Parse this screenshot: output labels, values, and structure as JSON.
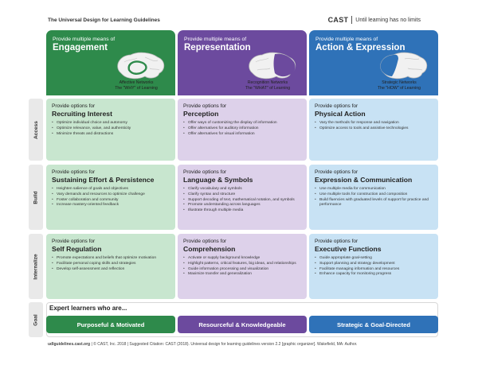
{
  "top_title": "The Universal Design for Learning Guidelines",
  "brand": {
    "name": "CAST",
    "tagline": "Until learning has no limits"
  },
  "colors": {
    "engagement": "#2e8a4b",
    "representation": "#6c4a9e",
    "action": "#2f72b8",
    "engagement_light": "#c8e6cf",
    "representation_light": "#ddd1ea",
    "action_light": "#c8e2f4"
  },
  "columns": [
    {
      "pre": "Provide multiple means of",
      "title": "Engagement",
      "network": "Affective Networks",
      "network_sub": "The \"WHY\" of Learning",
      "icon": "brain-icon"
    },
    {
      "pre": "Provide multiple means of",
      "title": "Representation",
      "network": "Recognition Networks",
      "network_sub": "The \"WHAT\" of Learning",
      "icon": "brain-icon"
    },
    {
      "pre": "Provide multiple means of",
      "title": "Action & Expression",
      "network": "Strategic Networks",
      "network_sub": "The \"HOW\" of Learning",
      "icon": "brain-icon"
    }
  ],
  "row_labels": [
    "Access",
    "Build",
    "Internalize",
    "Goal"
  ],
  "cells": {
    "access": [
      {
        "pre": "Provide options for",
        "title": "Recruiting Interest",
        "items": [
          "Optimize individual choice and autonomy",
          "Optimize relevance, value, and authenticity",
          "Minimize threats and distractions"
        ]
      },
      {
        "pre": "Provide options for",
        "title": "Perception",
        "items": [
          "Offer ways of customizing the display of information",
          "Offer alternatives for auditory information",
          "Offer alternatives for visual information"
        ]
      },
      {
        "pre": "Provide options for",
        "title": "Physical Action",
        "items": [
          "Vary the methods for response and navigation",
          "Optimize access to tools and assistive technologies"
        ]
      }
    ],
    "build": [
      {
        "pre": "Provide options for",
        "title": "Sustaining Effort & Persistence",
        "items": [
          "Heighten salience of goals and objectives",
          "Vary demands and resources to optimize challenge",
          "Foster collaboration and community",
          "Increase mastery-oriented feedback"
        ]
      },
      {
        "pre": "Provide options for",
        "title": "Language & Symbols",
        "items": [
          "Clarify vocabulary and symbols",
          "Clarify syntax and structure",
          "Support decoding of text, mathematical notation, and symbols",
          "Promote understanding across languages",
          "Illustrate through multiple media"
        ]
      },
      {
        "pre": "Provide options for",
        "title": "Expression & Communication",
        "items": [
          "Use multiple media for communication",
          "Use multiple tools for construction and composition",
          "Build fluencies with graduated levels of support for practice and performance"
        ]
      }
    ],
    "internalize": [
      {
        "pre": "Provide options for",
        "title": "Self Regulation",
        "items": [
          "Promote expectations and beliefs that optimize motivation",
          "Facilitate personal coping skills and strategies",
          "Develop self-assessment and reflection"
        ]
      },
      {
        "pre": "Provide options for",
        "title": "Comprehension",
        "items": [
          "Activate or supply background knowledge",
          "Highlight patterns, critical features, big ideas, and relationships",
          "Guide information processing and visualization",
          "Maximize transfer and generalization"
        ]
      },
      {
        "pre": "Provide options for",
        "title": "Executive Functions",
        "items": [
          "Guide appropriate goal-setting",
          "Support planning and strategy development",
          "Facilitate managing information and resources",
          "Enhance capacity for monitoring progress"
        ]
      }
    ]
  },
  "goal": {
    "heading": "Expert learners who are...",
    "items": [
      "Purposeful & Motivated",
      "Resourceful & Knowledgeable",
      "Strategic & Goal-Directed"
    ]
  },
  "footer": {
    "site": "udlguidelines.cast.org",
    "rest": " | © CAST, Inc. 2018 | Suggested Citation: CAST (2018). Universal design for learning guidelines version 2.2 [graphic organizer]. Wakefield, MA: Author."
  }
}
